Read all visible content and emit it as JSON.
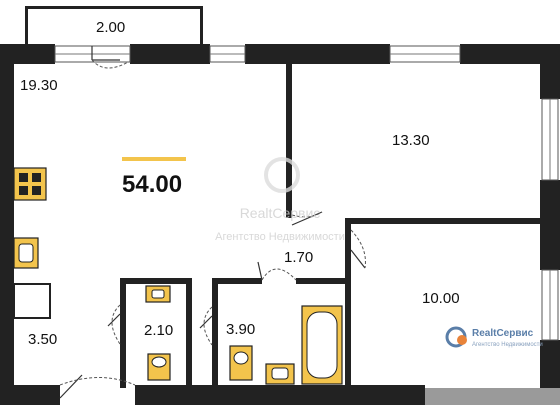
{
  "plan": {
    "total_area": "54.00",
    "rooms": {
      "balcony": "2.00",
      "kitchen_living": "19.30",
      "room_upper_right": "13.30",
      "room_lower_right": "10.00",
      "storage": "1.70",
      "hall": "3.50",
      "toilet": "2.10",
      "bathroom": "3.90"
    },
    "watermark": {
      "title": "RealtСервис",
      "subtitle": "Агентство Недвижимости"
    },
    "logo": {
      "title": "RealtСервис",
      "subtitle": "Агентство Недвижимости"
    }
  },
  "colors": {
    "wall": "#222222",
    "fixture": "#f3c44c",
    "accent_line": "#f3c44c",
    "logo_primary": "#5a7ea8",
    "logo_secondary": "#e8833a"
  }
}
